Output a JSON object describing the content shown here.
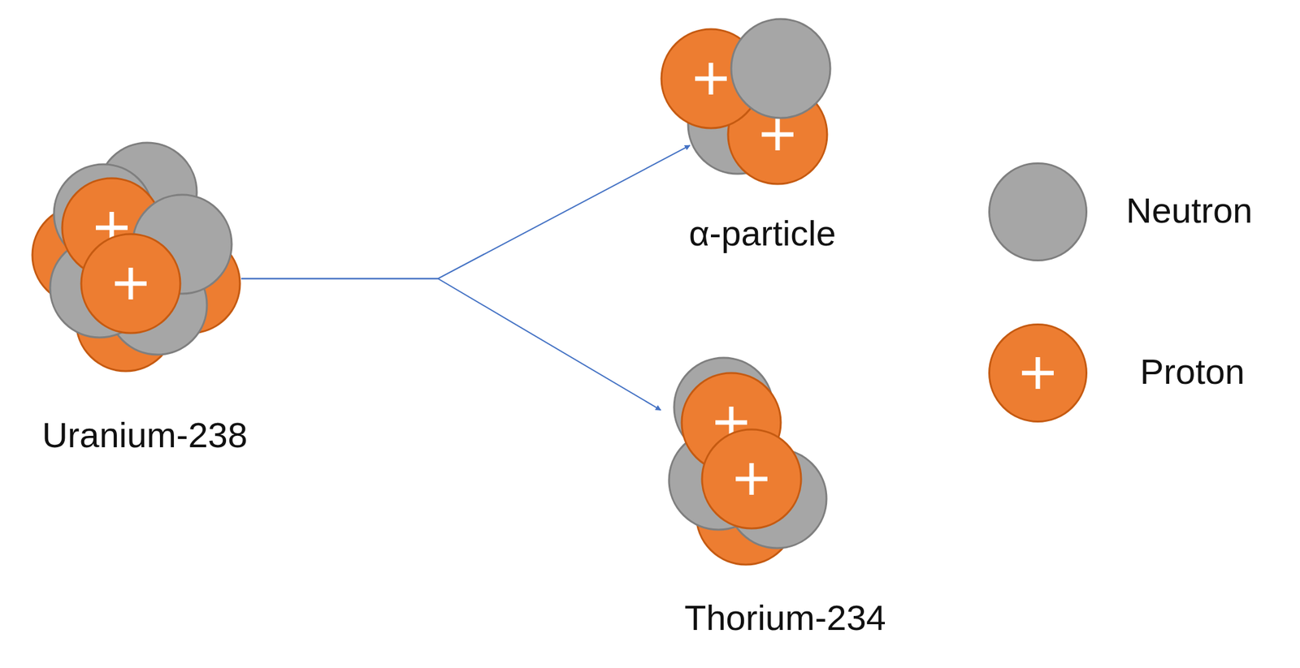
{
  "diagram": {
    "nodes": [
      {
        "text": [
          "Uranium-238"
        ]
      },
      {
        "text": [
          "α-particle"
        ]
      },
      {
        "text": [
          "Thorium-234"
        ]
      }
    ],
    "edges": [
      {
        "from": 0,
        "to": 1,
        "arrow": "to"
      },
      {
        "from": 0,
        "to": 2,
        "arrow": "to"
      }
    ],
    "legend": [
      {
        "text": "Neutron",
        "color": "#a6a6a6"
      },
      {
        "text": "Proton",
        "color": "#ed7d31"
      }
    ]
  }
}
